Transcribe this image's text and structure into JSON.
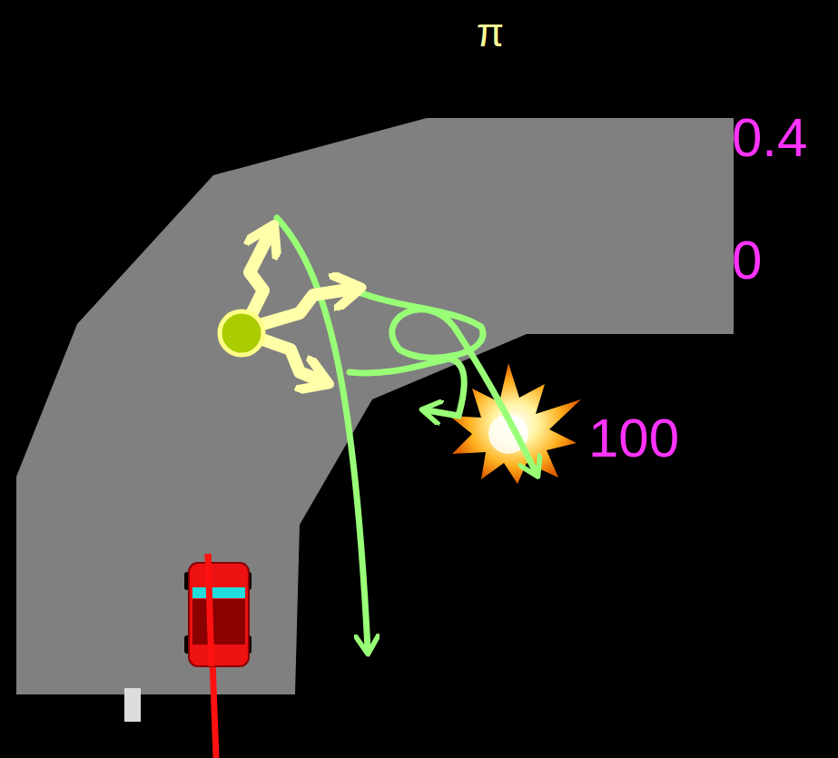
{
  "diagram": {
    "labels": [
      "π",
      "0.4",
      "0",
      "100"
    ]
  }
}
